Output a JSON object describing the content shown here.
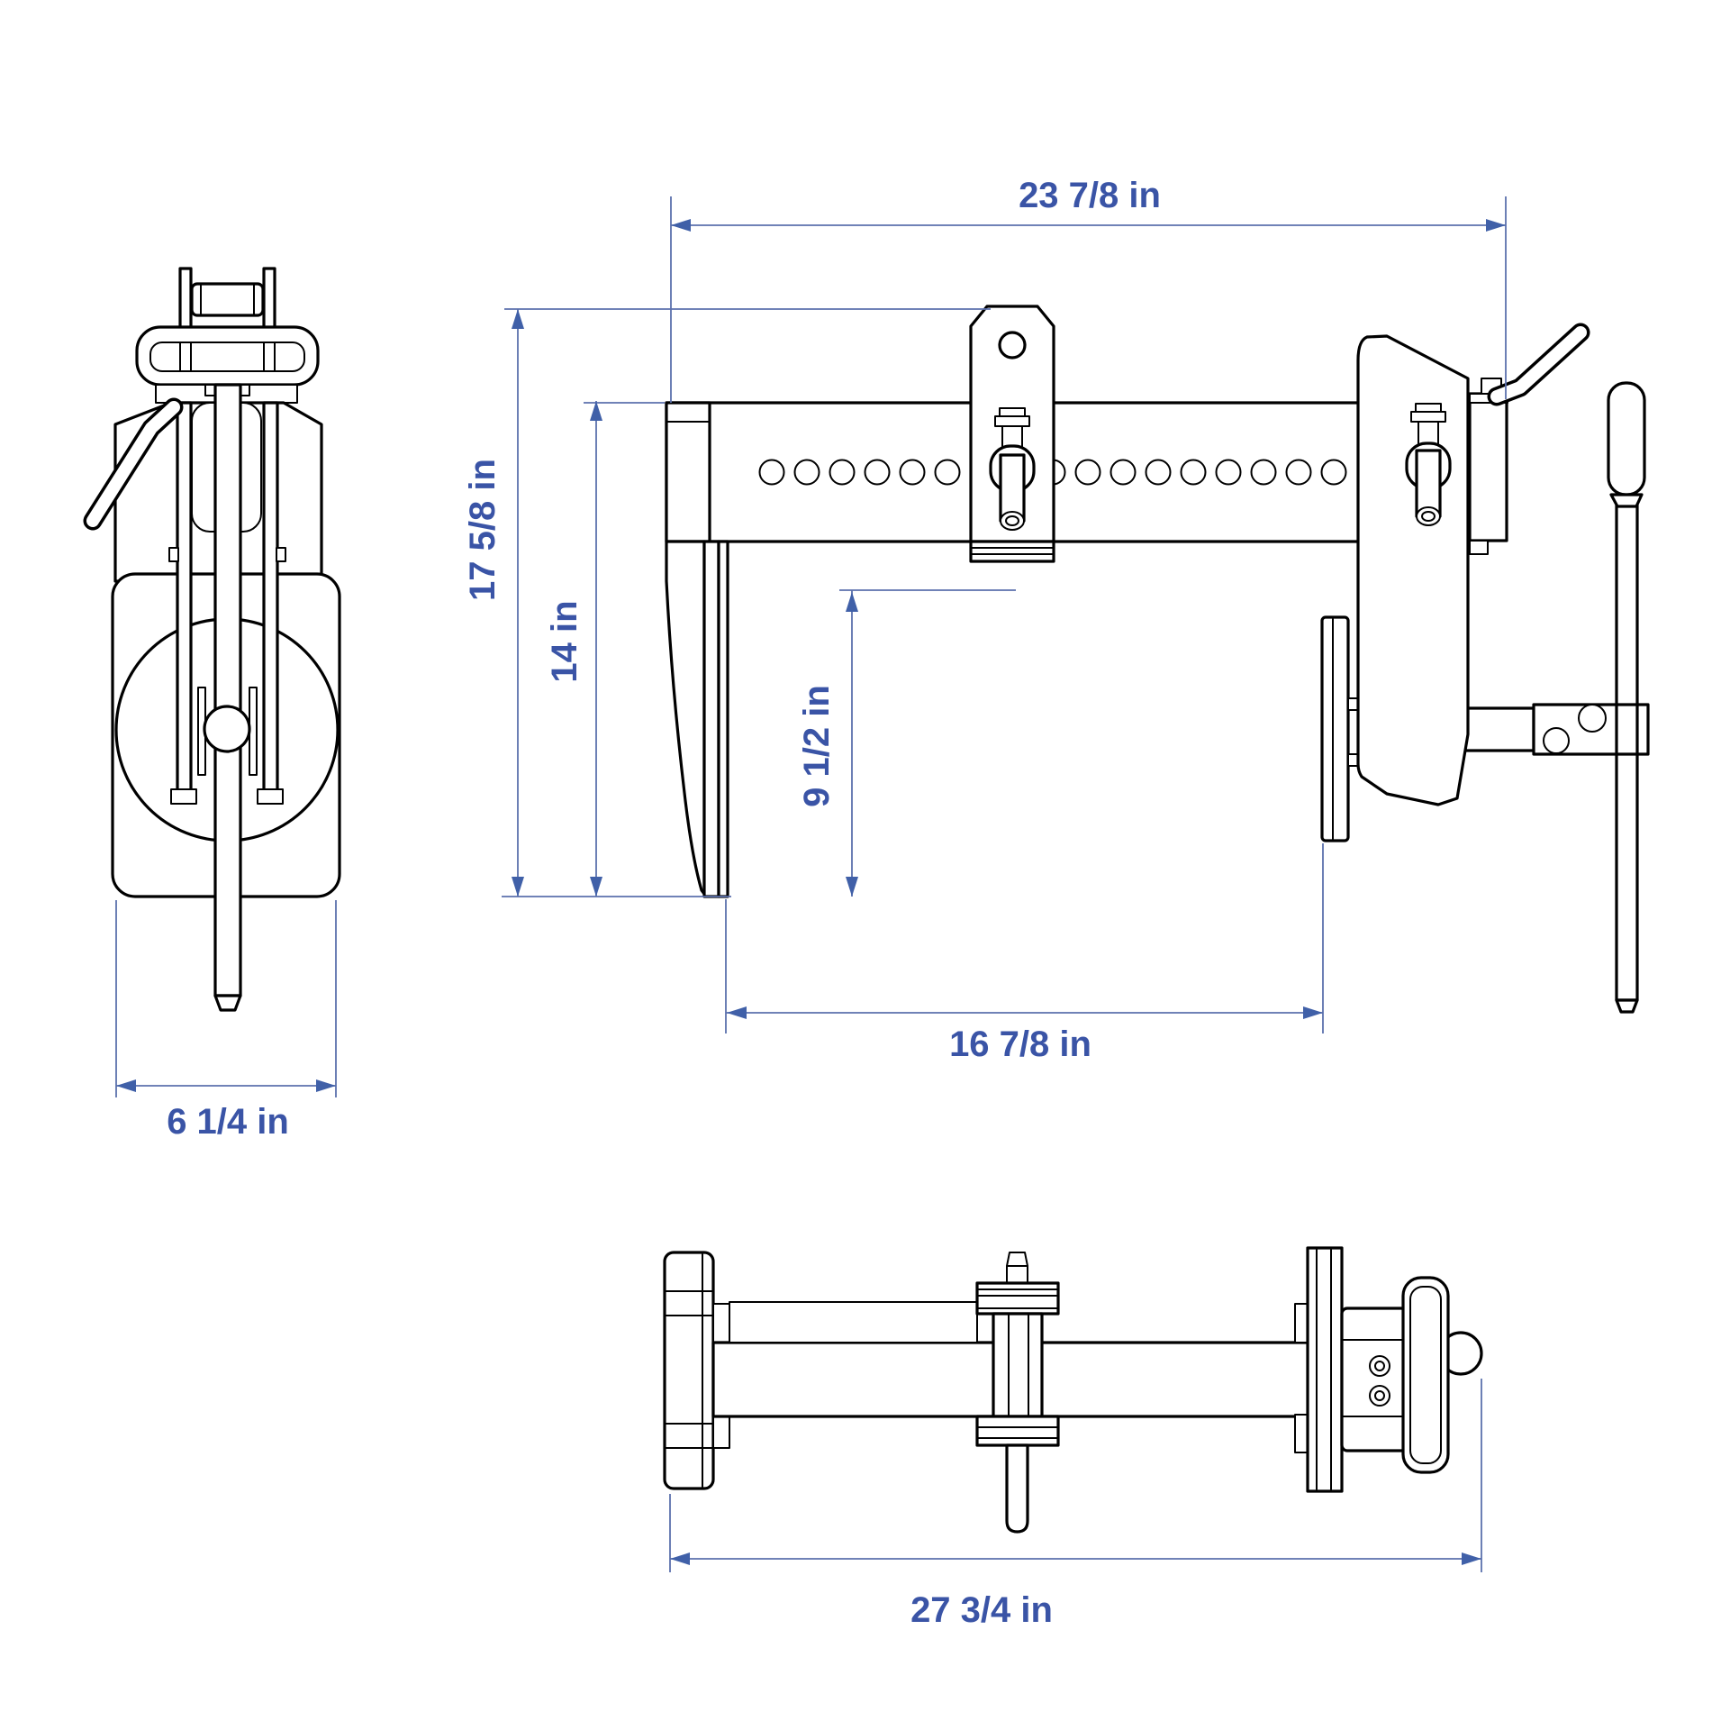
{
  "drawing": {
    "background_color": "#ffffff",
    "part_line_color": "#000000",
    "dimension_line_color": "#5C71AD",
    "dimension_text_color": "#3A54A6",
    "unit": "in",
    "dimensions": {
      "overall_width": "23 7/8 in",
      "overall_height": "17 5/8 in",
      "jaw_depth": "14 in",
      "throat_depth": "9 1/2 in",
      "jaw_opening": "16 7/8 in",
      "side_width": "6 1/4 in",
      "overall_length": "27 3/4 in"
    },
    "views": {
      "side_view": "left end view of clamp",
      "front_view": "front elevation of beam clamp",
      "bottom_view": "bottom plan view of clamp"
    }
  }
}
